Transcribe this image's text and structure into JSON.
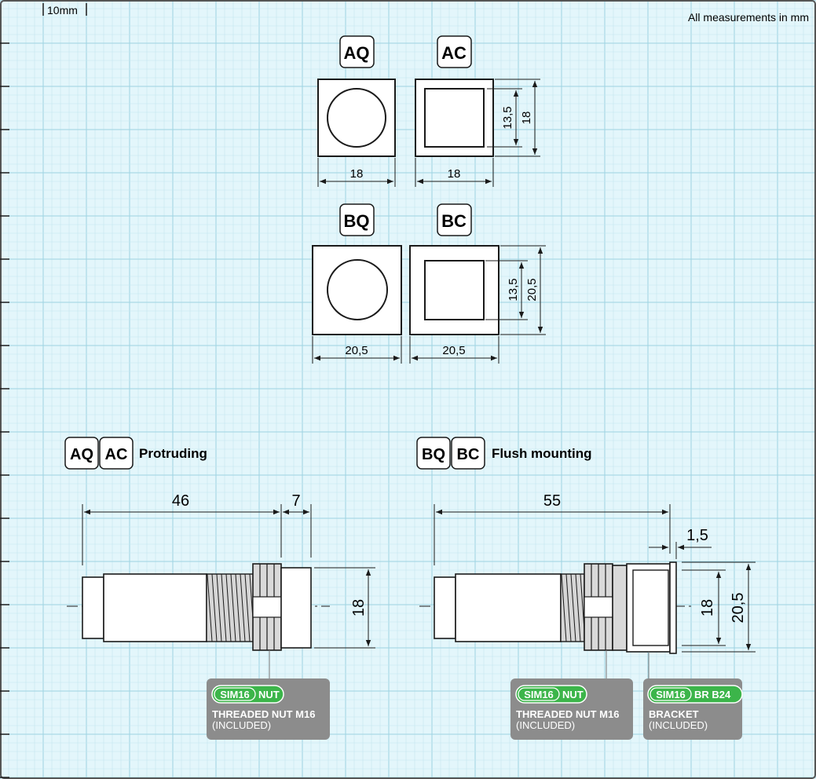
{
  "header": {
    "scale_label": "10mm",
    "units_note": "All measurements in mm"
  },
  "front_views": {
    "aq": {
      "code": "AQ",
      "width_dim": "18"
    },
    "ac": {
      "code": "AC",
      "width_dim": "18",
      "inner_dim": "13,5",
      "outer_dim": "18"
    },
    "bq": {
      "code": "BQ",
      "width_dim": "20,5"
    },
    "bc": {
      "code": "BC",
      "width_dim": "20,5",
      "inner_dim": "13,5",
      "outer_dim": "20,5"
    }
  },
  "side_views": {
    "protruding": {
      "codes": [
        "AQ",
        "AC"
      ],
      "title": "Protruding",
      "dim_length": "46",
      "dim_cap": "7",
      "dim_height": "18"
    },
    "flush": {
      "codes": [
        "BQ",
        "BC"
      ],
      "title": "Flush mounting",
      "dim_length": "55",
      "dim_flange": "1,5",
      "dim_inner_height": "18",
      "dim_outer_height": "20,5"
    }
  },
  "callouts": [
    {
      "pill_code": "SIM16",
      "pill_suffix": "NUT",
      "title": "THREADED NUT M16",
      "subtitle": "(INCLUDED)"
    },
    {
      "pill_code": "SIM16",
      "pill_suffix": "NUT",
      "title": "THREADED NUT M16",
      "subtitle": "(INCLUDED)"
    },
    {
      "pill_code": "SIM16",
      "pill_suffix": "BR B24",
      "title": "BRACKET",
      "subtitle": "(INCLUDED)"
    }
  ],
  "colors": {
    "paper": "#e3f6fb",
    "grid_minor": "#c3e6ef",
    "grid_major": "#9ed3e2",
    "ink": "#1a1a1a",
    "callout_bg": "#8c8c8c",
    "pill_green": "#3cb54a",
    "thread_fill": "#d6d6d6"
  }
}
